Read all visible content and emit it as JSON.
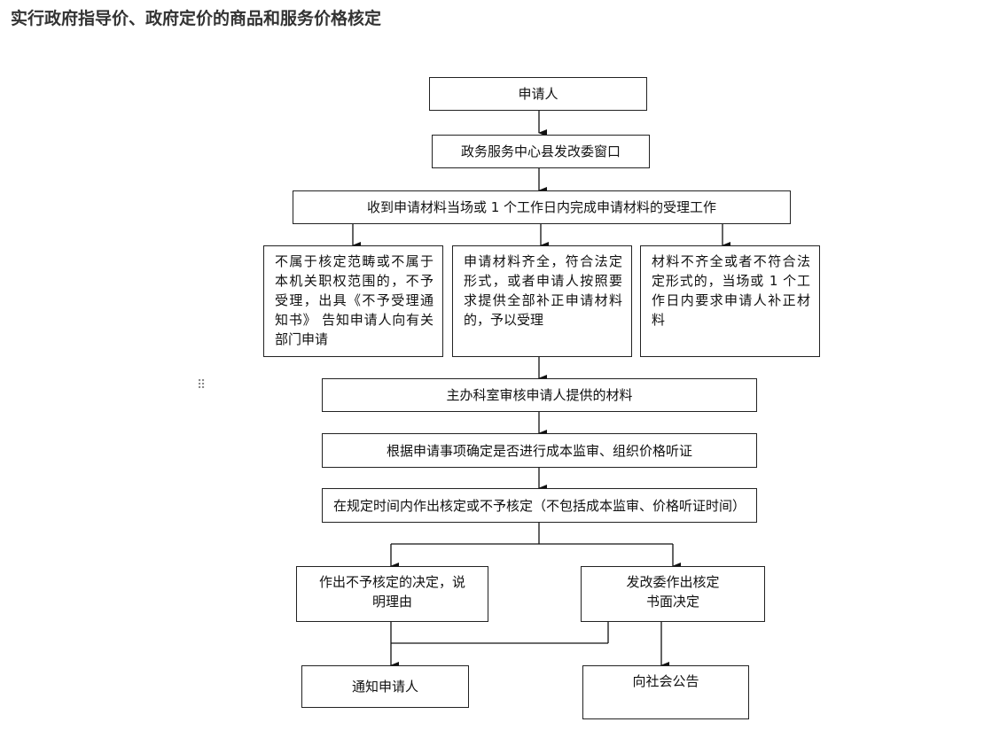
{
  "title": "实行政府指导价、政府定价的商品和服务价格核定",
  "drag_handle_glyph": "⠿",
  "flow": {
    "applicant": "申请人",
    "window": "政务服务中心县发改委窗口",
    "receive": "收到申请材料当场或 1 个工作日内完成申请材料的受理工作",
    "branch_reject": "不属于核定范畴或不属于本机关职权范围的，不予受理，出具《不予受理通知书》 告知申请人向有关部门申请",
    "branch_accept": "申请材料齐全，符合法定形式，或者申请人按照要求提供全部补正申请材料的，予以受理",
    "branch_supplement": "材料不齐全或者不符合法定形式的，当场或 1 个工作日内要求申请人补正材料",
    "review": "主办科室审核申请人提供的材料",
    "decide_audit": "根据申请事项确定是否进行成本监审、组织价格听证",
    "make_decision": "在规定时间内作出核定或不予核定（不包括成本监审、价格听证时间）",
    "no_approval_line1": "作出不予核定的决定，说",
    "no_approval_line2": "明理由",
    "approval_line1": "发改委作出核定",
    "approval_line2": "书面决定",
    "notify": "通知申请人",
    "announce": "向社会公告"
  }
}
